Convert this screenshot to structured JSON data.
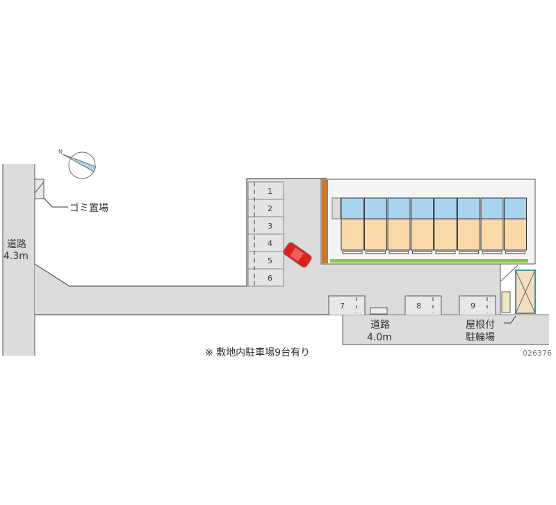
{
  "garbage_label": "ゴミ置場",
  "left_road": {
    "name": "道路",
    "width": "4.3m"
  },
  "bottom_road": {
    "name": "道路",
    "width": "4.0m"
  },
  "bicycle_parking": {
    "line1": "屋根付",
    "line2": "駐輪場"
  },
  "parking_stalls": [
    "1",
    "2",
    "3",
    "4",
    "5",
    "6",
    "7",
    "8",
    "9"
  ],
  "note": "※ 敷地内駐車場9台有り",
  "property_id": "026376",
  "colors": {
    "road": "#dcdcdc",
    "car": "#e02020",
    "unit_top": "#a8d4f0",
    "unit_bottom": "#fad9a8",
    "hedge": "#8cc840"
  }
}
